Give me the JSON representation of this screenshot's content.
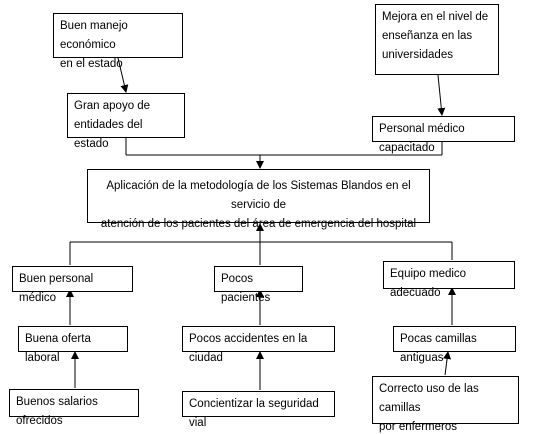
{
  "nodes": {
    "buen_manejo": "Buen manejo económico\nen el estado",
    "mejora_nivel": "Mejora en el nivel de\nenseñanza en las\nuniversidades",
    "gran_apoyo": "Gran apoyo de\nentidades del estado",
    "personal_capacitado": "Personal médico capacitado",
    "aplicacion": "Aplicación de la metodología de los Sistemas Blandos en el servicio de\natención de los pacientes del área de emergencia del hospital",
    "buen_personal": "Buen personal médico",
    "pocos_pacientes": "Pocos pacientes",
    "equipo_medico": "Equipo medico adecuado",
    "buena_oferta": "Buena oferta laboral",
    "pocos_accidentes": "Pocos accidentes en la ciudad",
    "pocas_camillas": "Pocas camillas antiguas",
    "buenos_salarios": "Buenos salarios ofrecidos",
    "concientizar": "Concientizar la seguridad vial",
    "correcto_uso": "Correcto uso de las camillas\npor enfermeros"
  },
  "colors": {
    "line": "#000000",
    "box_border": "#000000",
    "background": "#ffffff"
  }
}
